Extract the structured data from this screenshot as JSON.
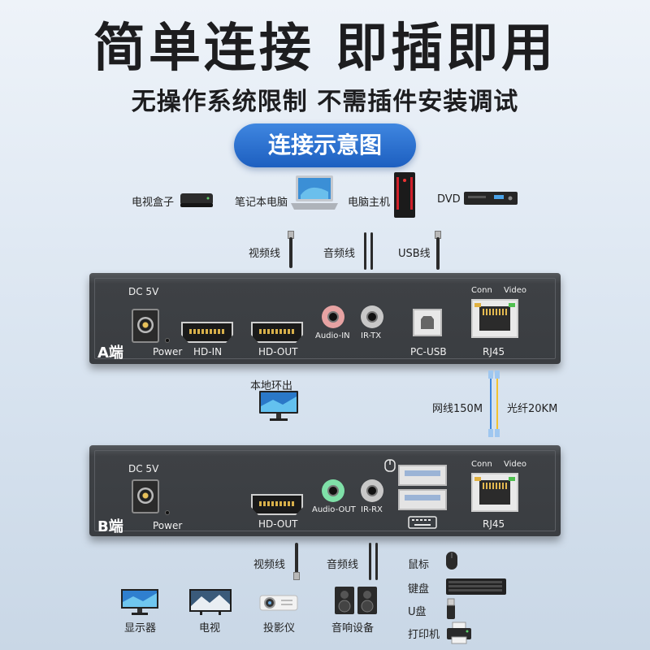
{
  "header": {
    "title": "简单连接 即插即用",
    "subtitle": "无操作系统限制 不需插件安装调试",
    "badge": "连接示意图"
  },
  "sources": [
    {
      "label": "电视盒子",
      "icon": "tv-box-icon"
    },
    {
      "label": "笔记本电脑",
      "icon": "laptop-icon"
    },
    {
      "label": "电脑主机",
      "icon": "pc-tower-icon"
    },
    {
      "label": "DVD",
      "icon": "dvd-player-icon"
    }
  ],
  "top_cables": {
    "video": "视频线",
    "audio": "音频线",
    "usb": "USB线"
  },
  "unit_a": {
    "tag": "A端",
    "dc": "DC 5V",
    "power": "Power",
    "hd_in": "HD-IN",
    "hd_out": "HD-OUT",
    "audio_in": "Audio-IN",
    "ir_tx": "IR-TX",
    "pc_usb": "PC-USB",
    "conn": "Conn",
    "video": "Video",
    "rj45": "RJ45"
  },
  "local_loop": "本地环出",
  "link": {
    "cable": "网线150M",
    "fiber": "光纤20KM"
  },
  "unit_b": {
    "tag": "B端",
    "dc": "DC 5V",
    "power": "Power",
    "hd_out": "HD-OUT",
    "audio_out": "Audio-OUT",
    "ir_rx": "IR-RX",
    "conn": "Conn",
    "video": "Video",
    "rj45": "RJ45"
  },
  "bottom_cables": {
    "video": "视频线",
    "audio": "音频线"
  },
  "outputs": [
    {
      "label": "显示器",
      "icon": "monitor-icon"
    },
    {
      "label": "电视",
      "icon": "tv-icon"
    },
    {
      "label": "投影仪",
      "icon": "projector-icon"
    },
    {
      "label": "音响设备",
      "icon": "speaker-icon"
    }
  ],
  "peripherals": [
    {
      "label": "鼠标",
      "icon": "mouse-icon"
    },
    {
      "label": "键盘",
      "icon": "keyboard-icon"
    },
    {
      "label": "U盘",
      "icon": "usb-drive-icon"
    },
    {
      "label": "打印机",
      "icon": "printer-icon"
    }
  ],
  "colors": {
    "accent": "#2a6fd1",
    "box": "#3b3e42",
    "audio_in_ring": "#e7a3a3",
    "audio_out_ring": "#7fe0a8"
  }
}
